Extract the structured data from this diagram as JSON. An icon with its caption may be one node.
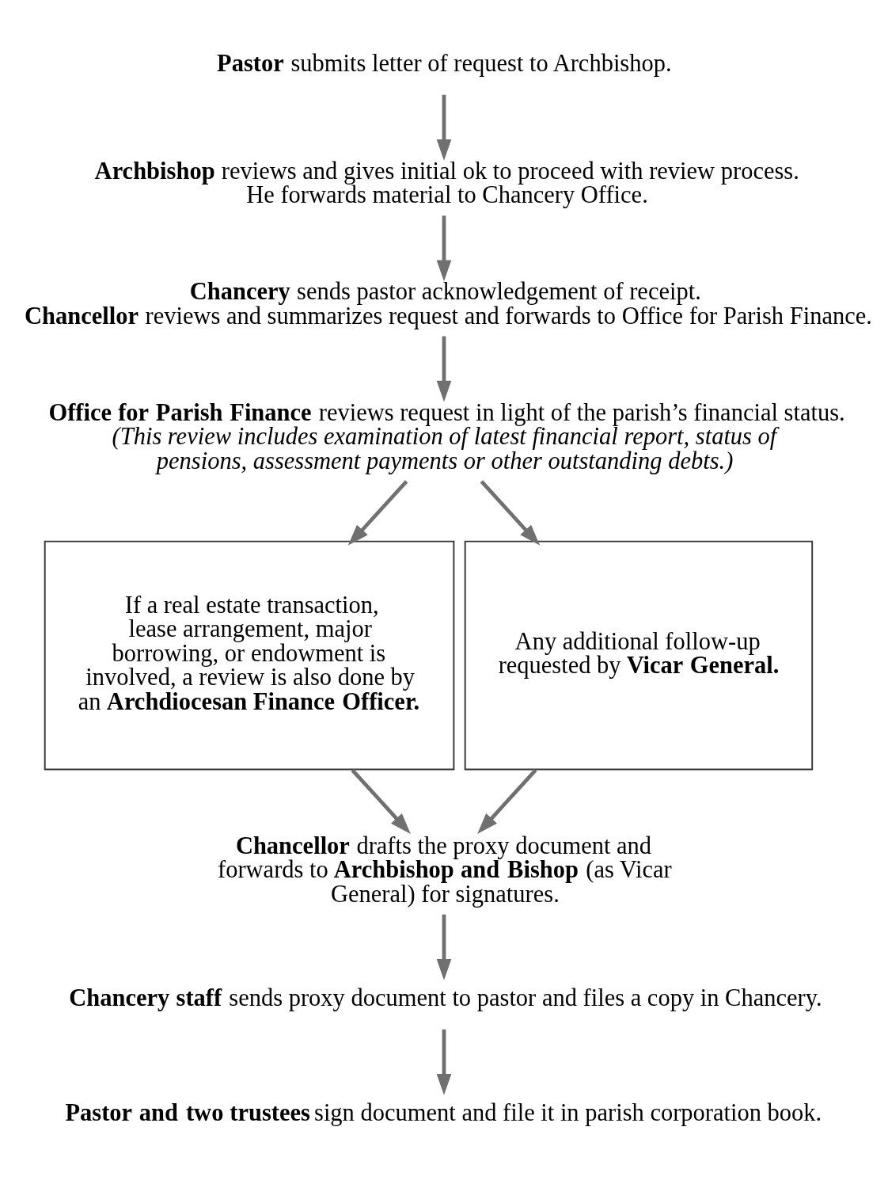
{
  "diagram": {
    "nodes": [
      {
        "text": [
          "**Pastor** submits letter of request to Archbishop."
        ]
      },
      {
        "text": [
          "**Archbishop** reviews and gives initial ok to proceed with review process. He forwards material to Chancery Office."
        ]
      },
      {
        "text": [
          "**Chancery** sends pastor acknowledgement of receipt.",
          "**Chancellor** reviews and summarizes request and forwards to Office for Parish Finance."
        ]
      },
      {
        "text": [
          "**Office for Parish Finance** reviews request in light of the parish’s financial status.",
          "(This review includes examination of latest financial report, status of pensions, assessment payments or other outstanding debts.)"
        ]
      },
      {
        "text": [
          "If a real estate transaction, lease arrangement, major borrowing, or endowment is involved, a review is also done by an **Archdiocesan Finance Officer.**"
        ]
      },
      {
        "text": [
          "Any additional follow-up requested by **Vicar General.**"
        ]
      },
      {
        "text": [
          "**Chancellor** drafts the proxy document and forwards to **Archbishop and Bishop** (as Vicar General) for signatures."
        ]
      },
      {
        "text": [
          "**Chancery staff** sends proxy document to pastor and files a copy in Chancery."
        ]
      },
      {
        "text": [
          "**Pastor and two trustees** sign document and file it in parish corporation book."
        ]
      }
    ],
    "edges": [
      {
        "from": 0,
        "to": 1,
        "arrow": "to"
      },
      {
        "from": 1,
        "to": 2,
        "arrow": "to"
      },
      {
        "from": 2,
        "to": 3,
        "arrow": "to"
      },
      {
        "from": 3,
        "to": 4,
        "arrow": "to"
      },
      {
        "from": 3,
        "to": 5,
        "arrow": "to"
      },
      {
        "from": 4,
        "to": 6,
        "arrow": "to"
      },
      {
        "from": 5,
        "to": 6,
        "arrow": "to"
      },
      {
        "from": 6,
        "to": 7,
        "arrow": "to"
      },
      {
        "from": 7,
        "to": 8,
        "arrow": "to"
      }
    ]
  }
}
